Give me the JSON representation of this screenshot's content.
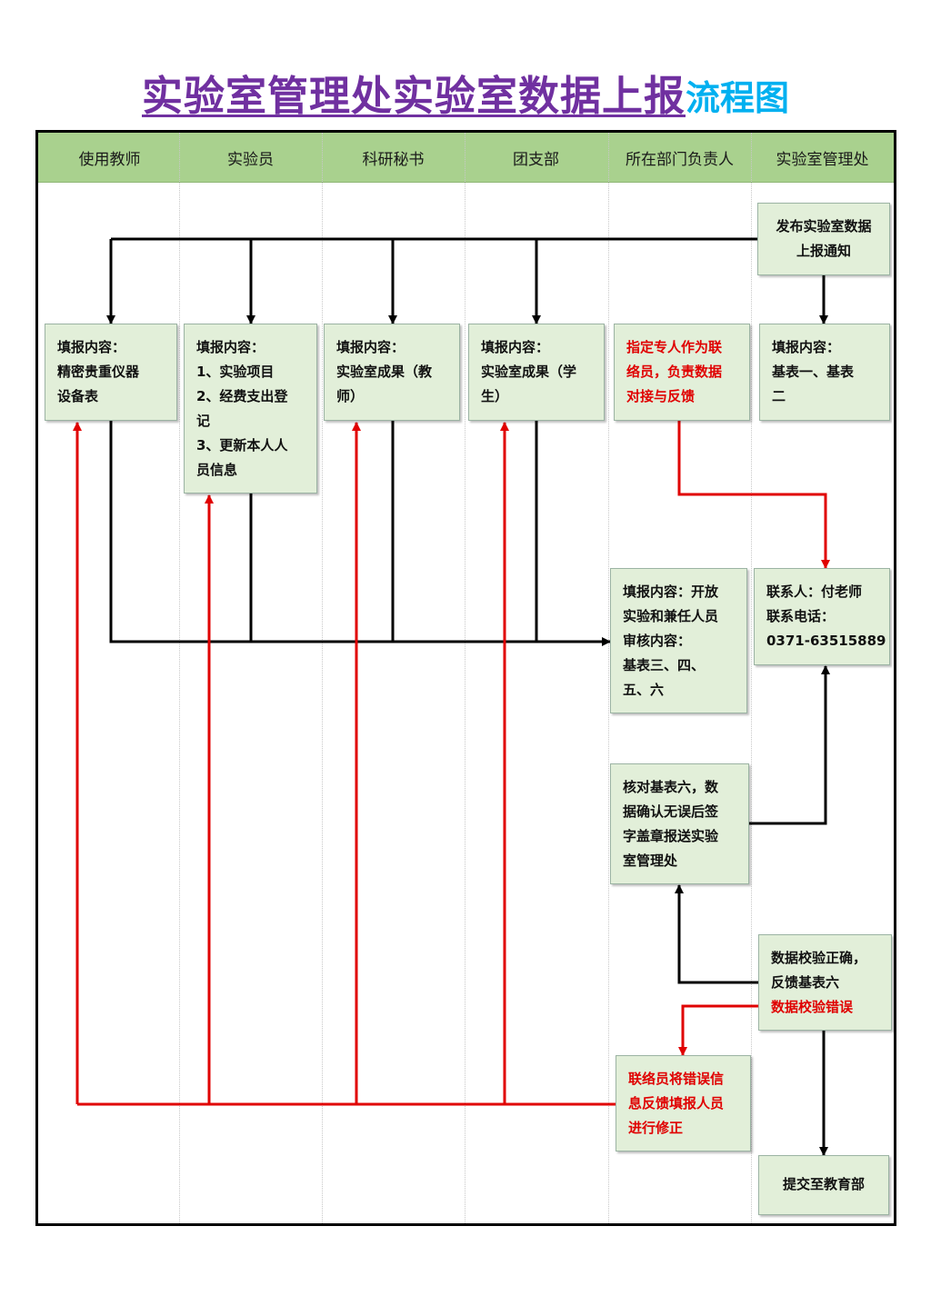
{
  "title": {
    "main": "实验室管理处实验室数据上报",
    "suffix": "流程图"
  },
  "lanes": [
    "使用教师",
    "实验员",
    "科研秘书",
    "团支部",
    "所在部门负责人",
    "实验室管理处"
  ],
  "nodes": {
    "publish_notice": [
      "发布实验室数据",
      "上报通知"
    ],
    "teacher_fill": [
      "填报内容：",
      "精密贵重仪器",
      "设备表"
    ],
    "technician_fill": [
      "填报内容：",
      "1、实验项目",
      "2、经费支出登",
      "记",
      "3、更新本人人",
      "员信息"
    ],
    "secretary_fill": [
      "填报内容：",
      "实验室成果（教",
      "师）"
    ],
    "league_fill": [
      "填报内容：",
      "实验室成果（学",
      "生）"
    ],
    "dept_assign": [
      "指定专人作为联",
      "络员，负责数据",
      "对接与反馈"
    ],
    "office_fill": [
      "填报内容：",
      "基表一、基表",
      "二"
    ],
    "dept_fill_review": [
      "填报内容：开放",
      "实验和兼任人员",
      "审核内容：",
      "基表三、四、",
      "五、六"
    ],
    "contact": [
      "联系人：付老师",
      "联系电话：",
      "0371-63515889"
    ],
    "dept_check_sign": [
      "核对基表六，数",
      "据确认无误后签",
      "字盖章报送实验",
      "室管理处"
    ],
    "validation": [
      "数据校验正确，",
      "反馈基表六"
    ],
    "validation_error": "数据校验错误",
    "liaison_feedback": [
      "联络员将错误信",
      "息反馈填报人员",
      "进行修正"
    ],
    "submit_moe": "提交至教育部"
  },
  "colors": {
    "title_main": "#7030a0",
    "title_suffix": "#00b0f0",
    "header_bg": "#a9d18e",
    "node_bg": "#e2efd9",
    "flow_black": "#000000",
    "flow_red": "#e00000"
  }
}
